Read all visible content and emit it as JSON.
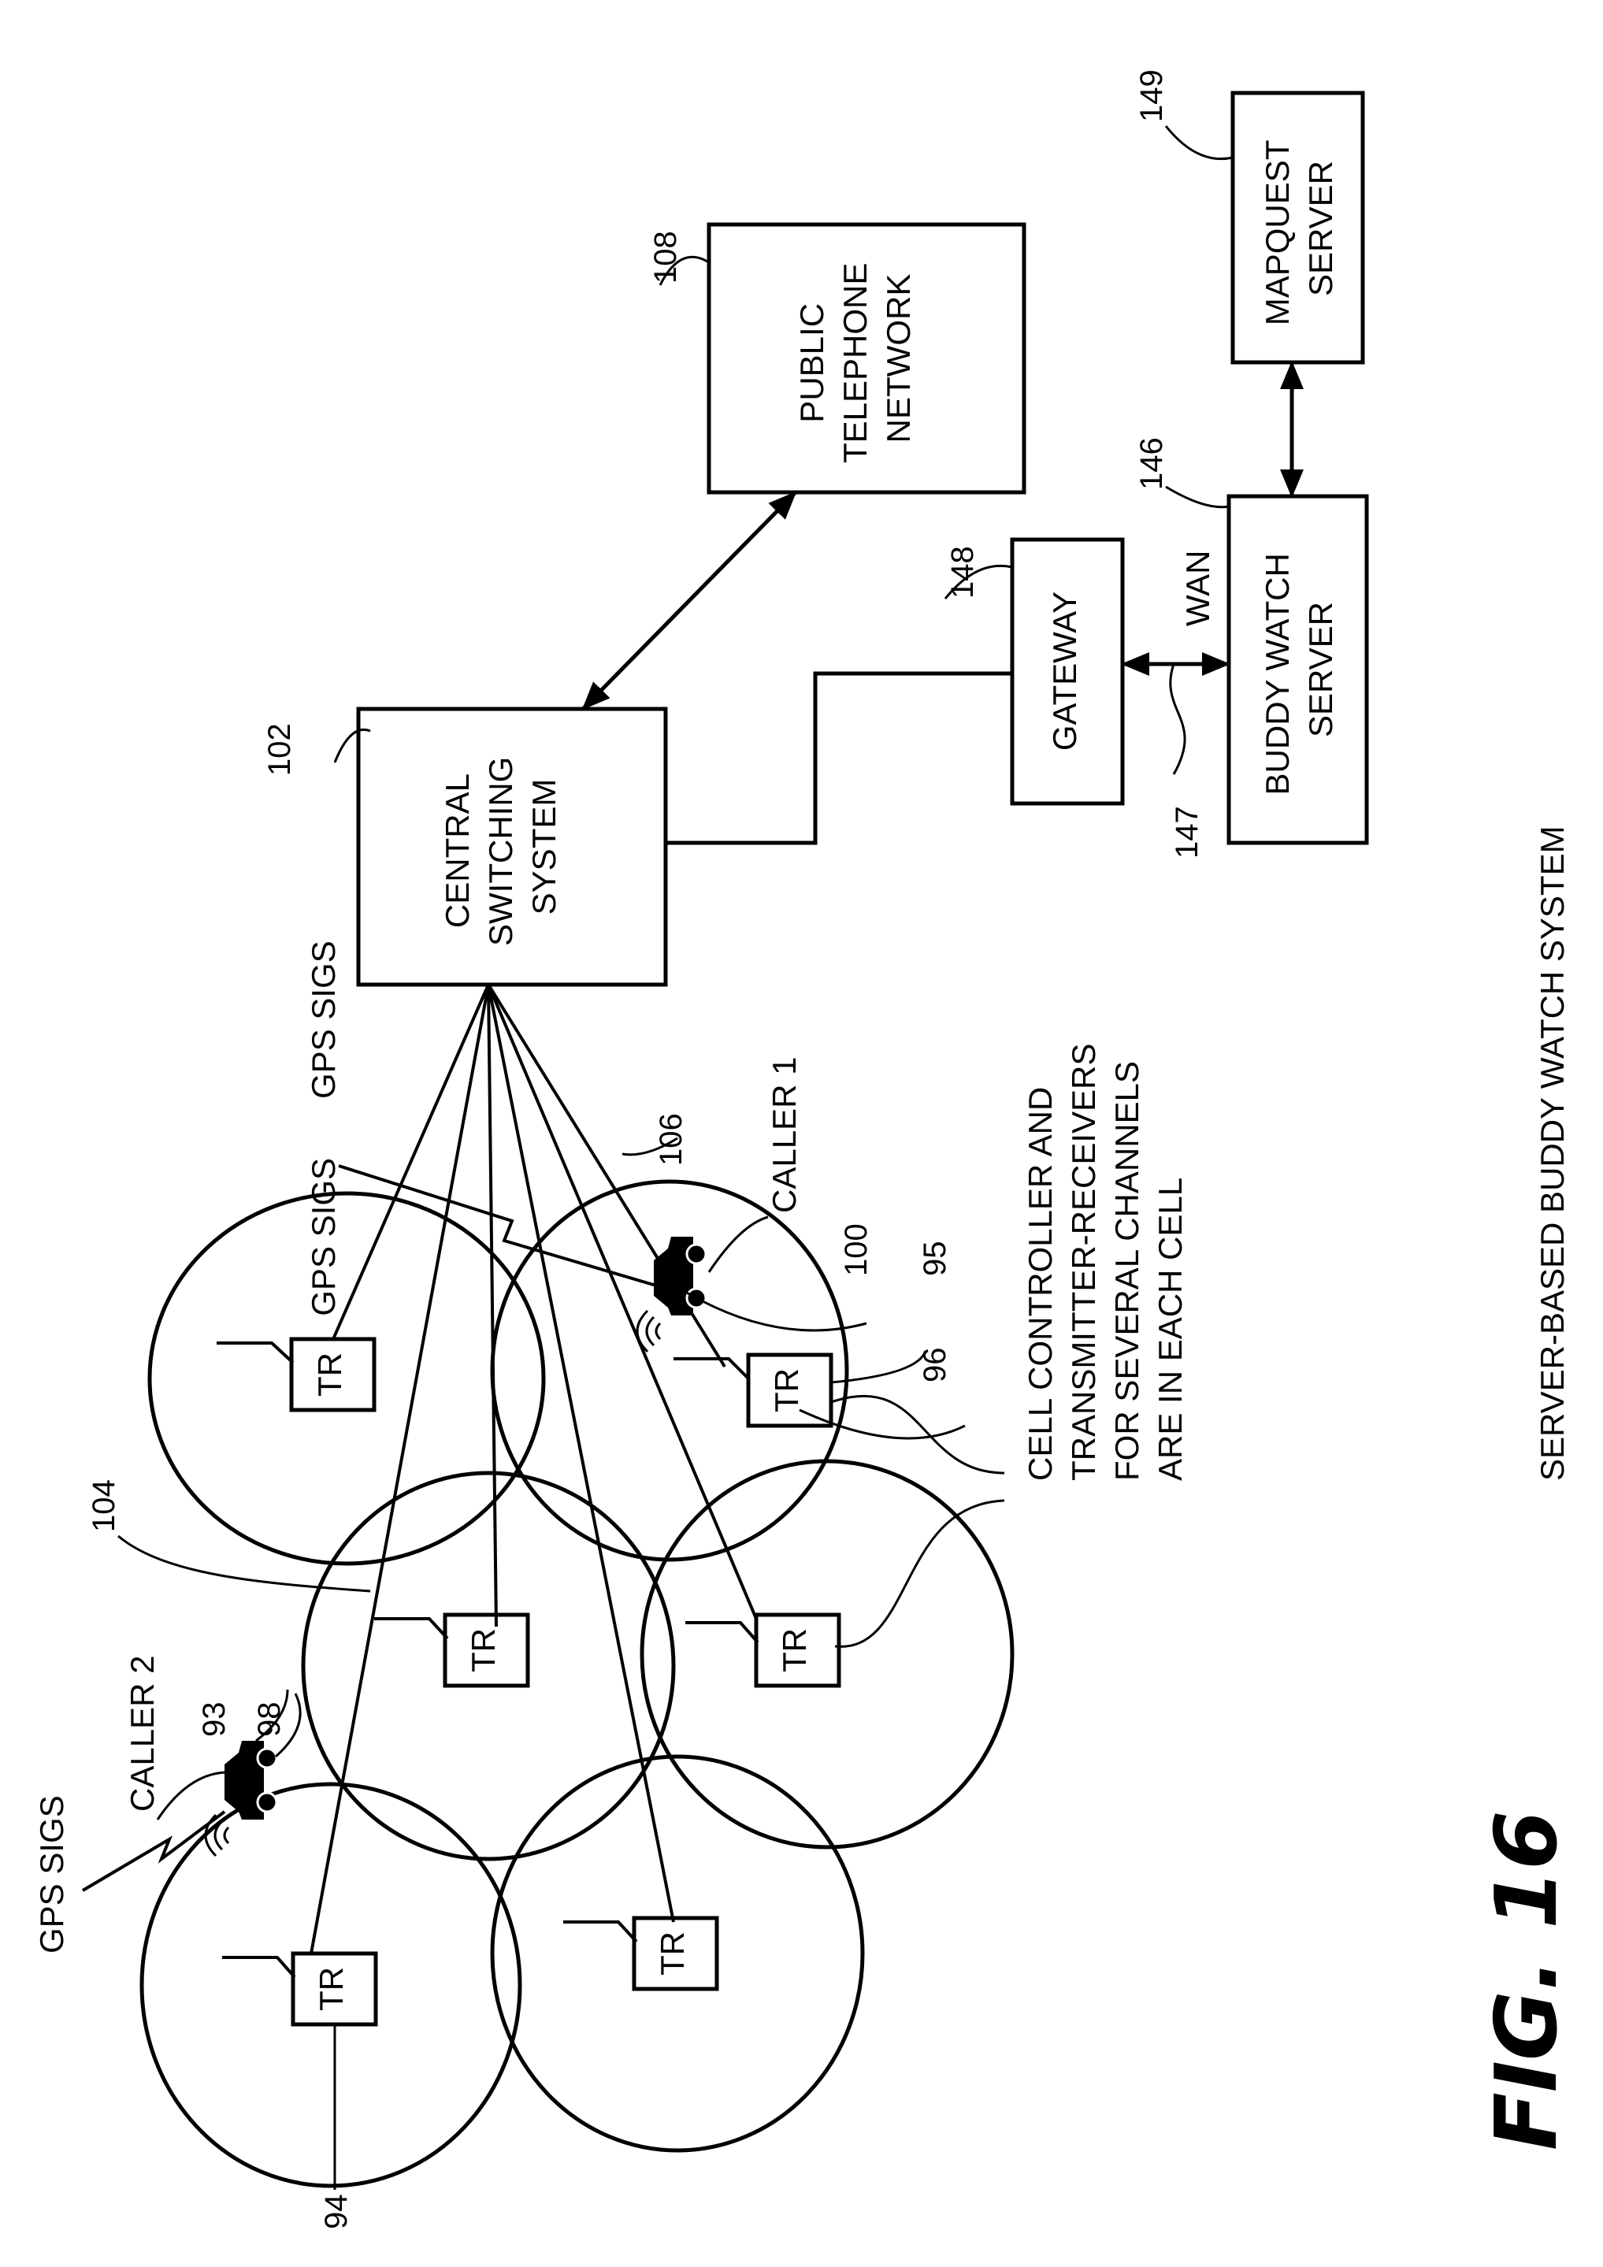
{
  "figure": {
    "title": "FIG. 16",
    "caption": "SERVER-BASED BUDDY WATCH SYSTEM"
  },
  "boxes": {
    "central_switching": [
      "CENTRAL",
      "SWITCHING",
      "SYSTEM"
    ],
    "public_telephone": [
      "PUBLIC",
      "TELEPHONE",
      "NETWORK"
    ],
    "gateway": [
      "GATEWAY"
    ],
    "buddy_watch_server": [
      "BUDDY WATCH",
      "SERVER"
    ],
    "mapquest_server": [
      "MAPQUEST",
      "SERVER"
    ]
  },
  "tr_label": "TR",
  "labels": {
    "wan": "WAN",
    "gps_sigs_1": "GPS SIGS",
    "gps_sigs_2": "GPS SIGS",
    "gps_sigs_3": "GPS SIGS",
    "caller_1": "CALLER 1",
    "caller_2": "CALLER 2",
    "cell_note": [
      "CELL CONTROLLER AND",
      "TRANSMITTER-RECEIVERS",
      "FOR SEVERAL CHANNELS",
      "ARE IN EACH CELL"
    ]
  },
  "refs": {
    "r93": "93",
    "r94": "94",
    "r95": "95",
    "r96": "96",
    "r98": "98",
    "r100": "100",
    "r102": "102",
    "r104": "104",
    "r106": "106",
    "r108": "108",
    "r146": "146",
    "r147": "147",
    "r148": "148",
    "r149": "149"
  }
}
